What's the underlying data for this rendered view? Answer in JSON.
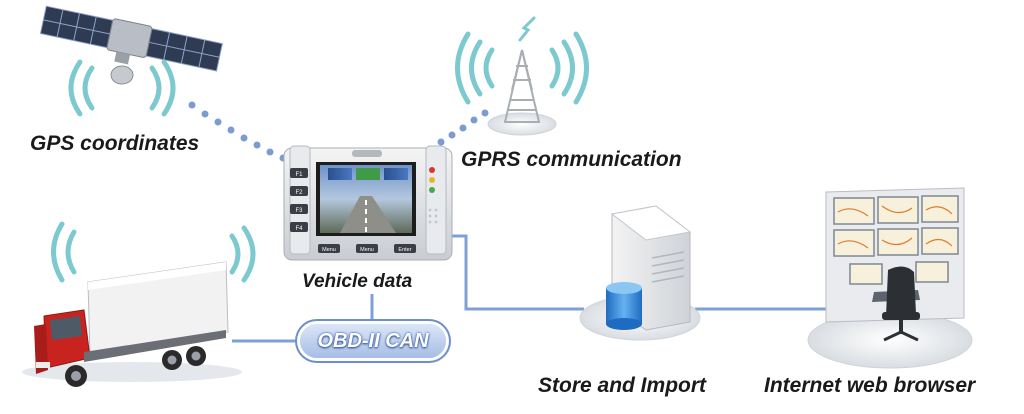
{
  "labels": {
    "gps": "GPS coordinates",
    "gprs": "GPRS communication",
    "vehicle": "Vehicle data",
    "obd": "OBD-II CAN",
    "store": "Store and Import",
    "browser": "Internet web browser"
  },
  "device": {
    "side_buttons": [
      "F1",
      "F2",
      "F3",
      "F4"
    ],
    "bottom_buttons": [
      "Menu",
      "Menu",
      "Enter"
    ]
  },
  "colors": {
    "signal": "#7cc9d0",
    "link": "#7f9fd8",
    "dots": "#7d9bd1",
    "truck_cab": "#c8231f",
    "db_cylinder": "#3e8fd8"
  }
}
